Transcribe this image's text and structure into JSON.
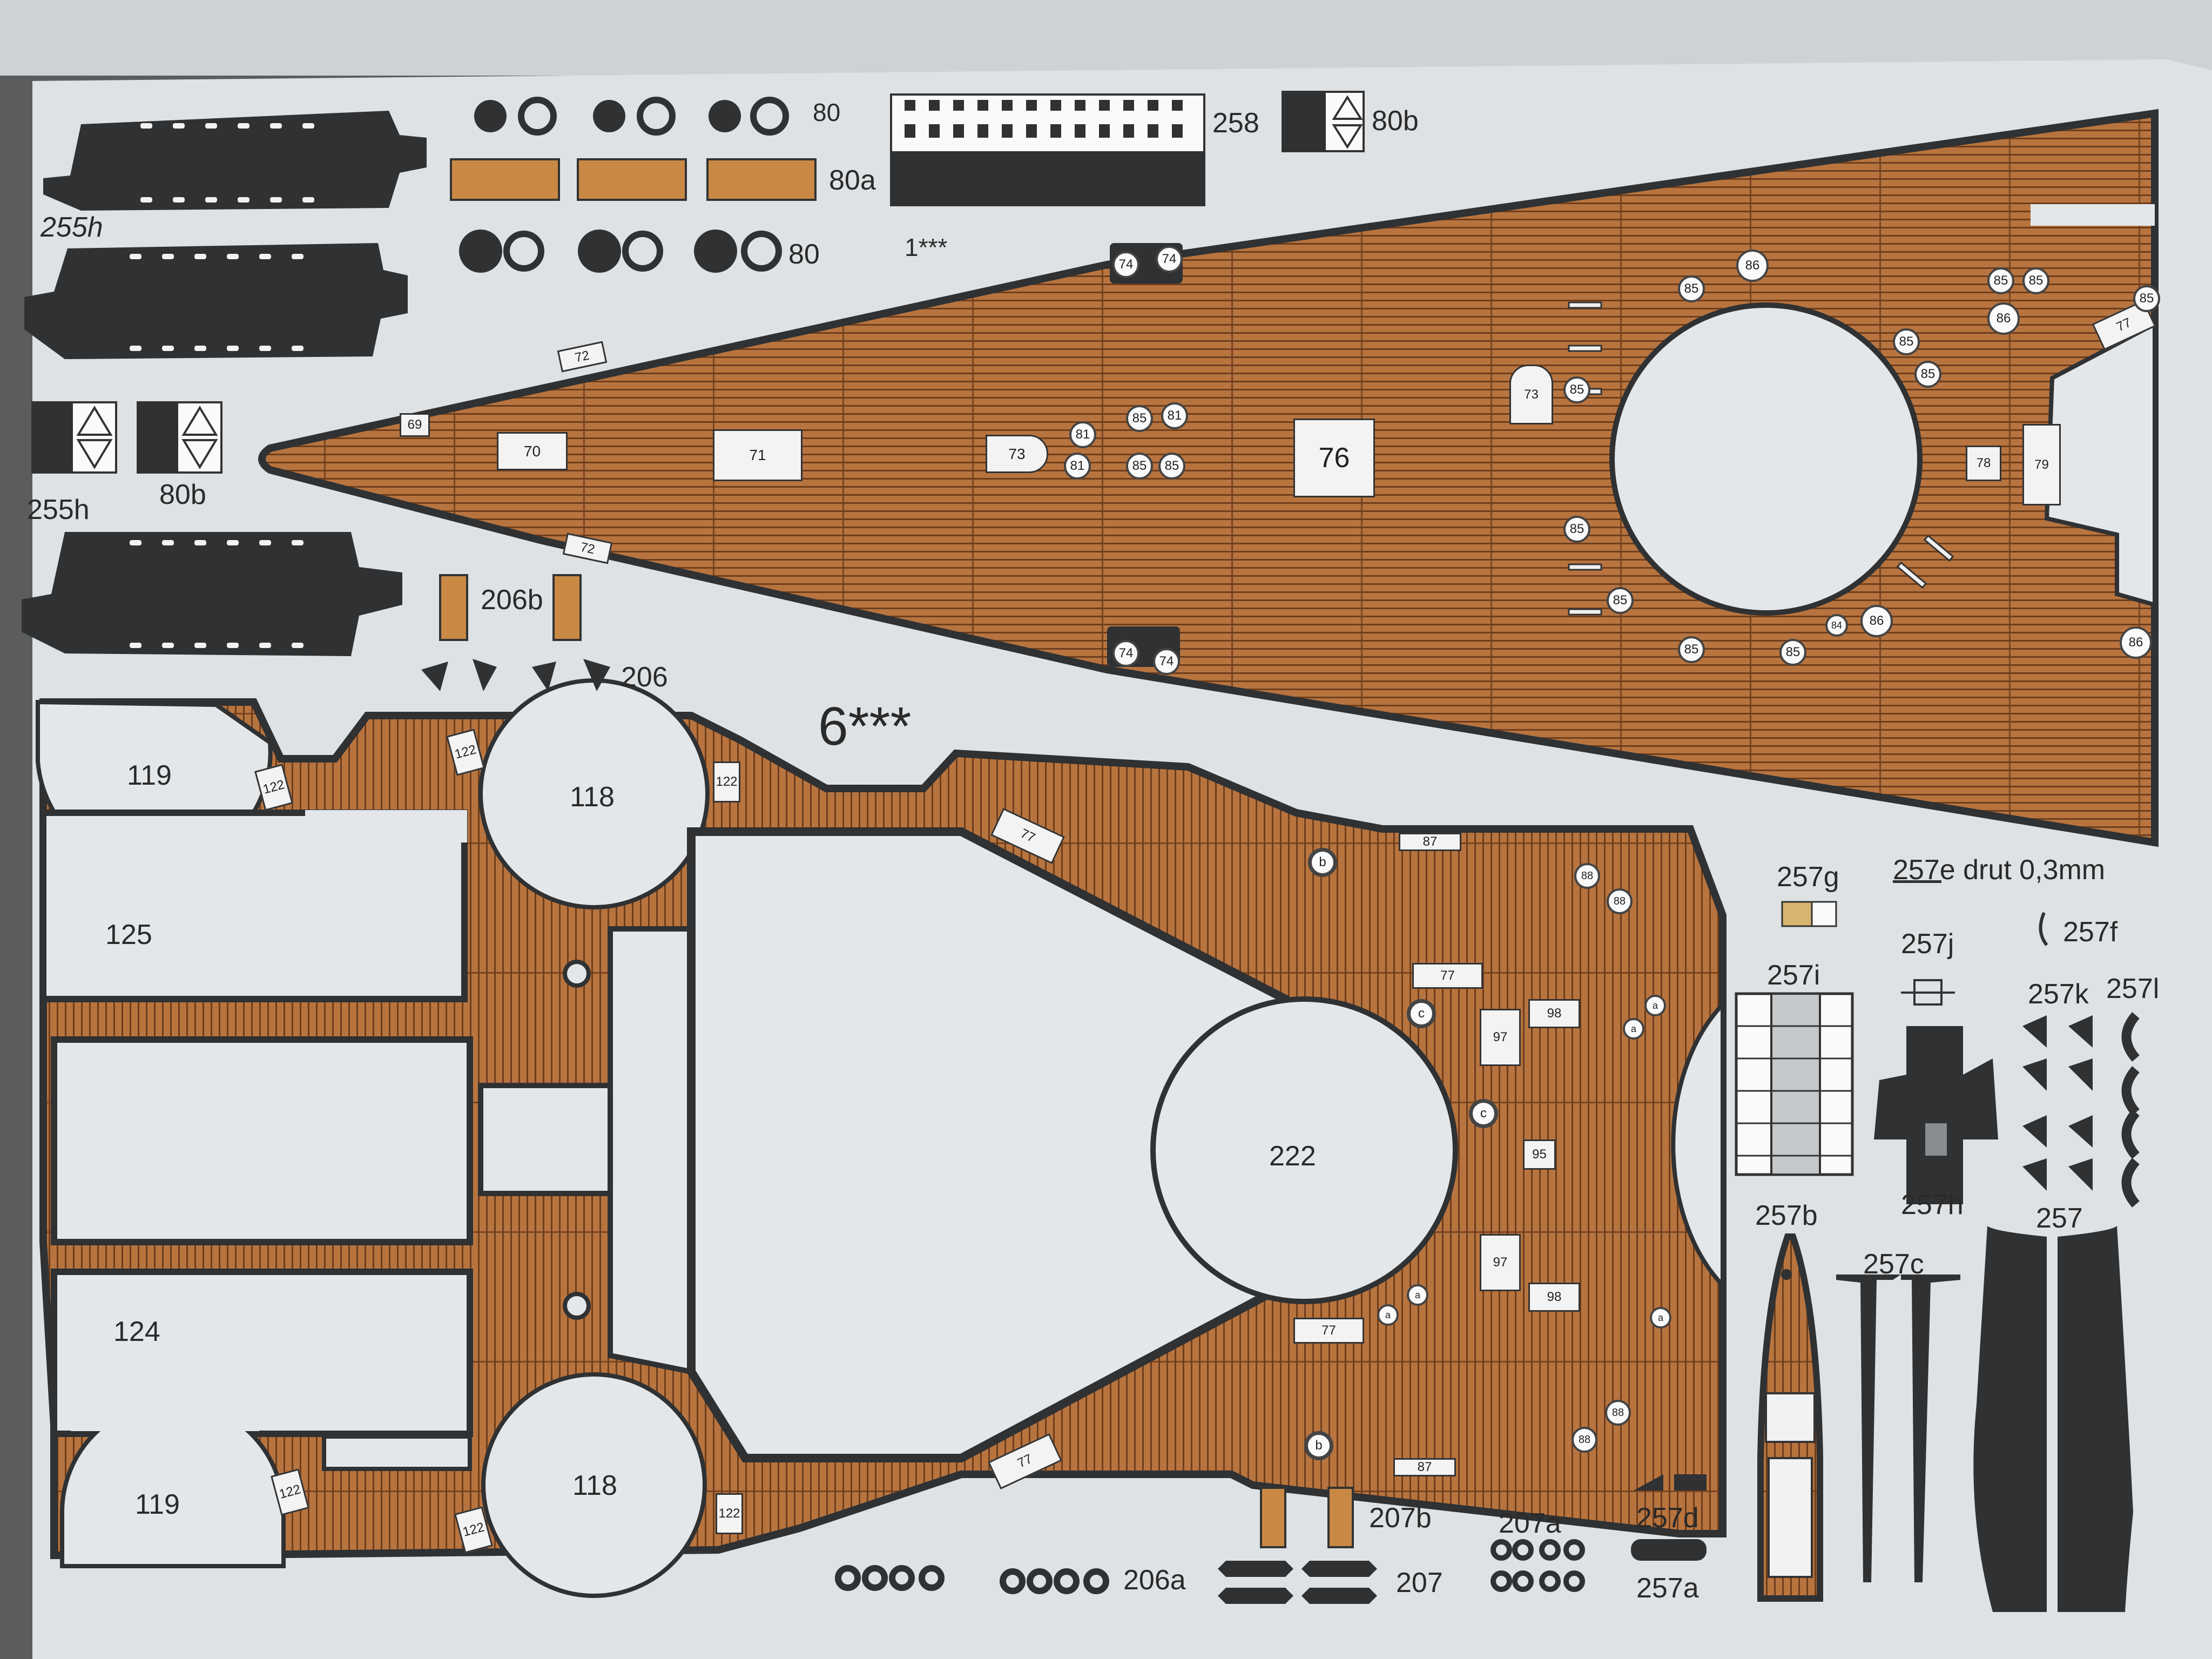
{
  "colors": {
    "sheet": "#dfe2e4",
    "deck_wood": "#b8743f",
    "deck_line": "#6d3e1c",
    "border_dark": "#2f3133",
    "cutout": "#e4e7e9",
    "desk": "#5a5c5e"
  },
  "labels": {
    "part_255h_top": "255h",
    "part_255h_mid": "255h",
    "part_80b_left": "80b",
    "part_80_top": "80",
    "part_80a": "80a",
    "part_80_second": "80",
    "part_258": "258",
    "part_80b_right": "80b",
    "part_1": "1***",
    "part_206b": "206b",
    "part_206": "206",
    "part_6": "6***",
    "part_257g": "257g",
    "part_257e": "257e drut 0,3mm",
    "part_257f": "257f",
    "part_257j": "257j",
    "part_257i": "257i",
    "part_257k": "257k",
    "part_257l": "257l",
    "part_257h": "257h",
    "part_257b": "257b",
    "part_257c": "257c",
    "part_257": "257",
    "part_257d": "257d",
    "part_257a": "257a",
    "part_207b": "207b",
    "part_207a": "207a",
    "part_207": "207",
    "part_206a": "206a",
    "part_119_top": "119",
    "part_118_top": "118",
    "part_125": "125",
    "part_124": "124",
    "part_119_bottom": "119",
    "part_118_bottom": "118",
    "part_222": "222"
  },
  "deck1_tags": {
    "t69": "69",
    "t70": "70",
    "t71": "71",
    "t73a": "73",
    "t76": "76",
    "t73b": "73",
    "t78": "78",
    "t79": "79",
    "t77": "77",
    "t72a": "72",
    "t72b": "72",
    "t74a": "74",
    "t74b": "74",
    "t74c": "74",
    "t74d": "74"
  },
  "deck1_circles": {
    "c81a": "81",
    "c81b": "81",
    "c81c": "81",
    "c85a": "85",
    "c85b": "85",
    "c85c": "85",
    "c85d": "85",
    "c85e": "85",
    "c85f": "85",
    "c85g": "85",
    "c85h": "85",
    "c85i": "85",
    "c85j": "85",
    "c85k": "85",
    "c85l": "85",
    "c85m": "85",
    "c85n": "85",
    "c86a": "86",
    "c86b": "86",
    "c86c": "86",
    "c86d": "86",
    "c84": "84"
  },
  "deck6_tags": {
    "t122a": "122",
    "t122b": "122",
    "t122c": "122",
    "t122d": "122",
    "t122e": "122",
    "t122f": "122",
    "t77a": "77",
    "t77b": "77",
    "t77c": "77",
    "t77d": "77",
    "t87a": "87",
    "t87b": "87",
    "t97a": "97",
    "t97b": "97",
    "t98a": "98",
    "t98b": "98",
    "t95": "95"
  },
  "deck6_circles": {
    "cb1": "b",
    "cb2": "b",
    "cc1": "c",
    "cc2": "c",
    "c88a": "88",
    "c88b": "88",
    "c88c": "88",
    "c88d": "88",
    "ca1": "a",
    "ca2": "a",
    "ca3": "a",
    "ca4": "a",
    "ca5": "a"
  }
}
